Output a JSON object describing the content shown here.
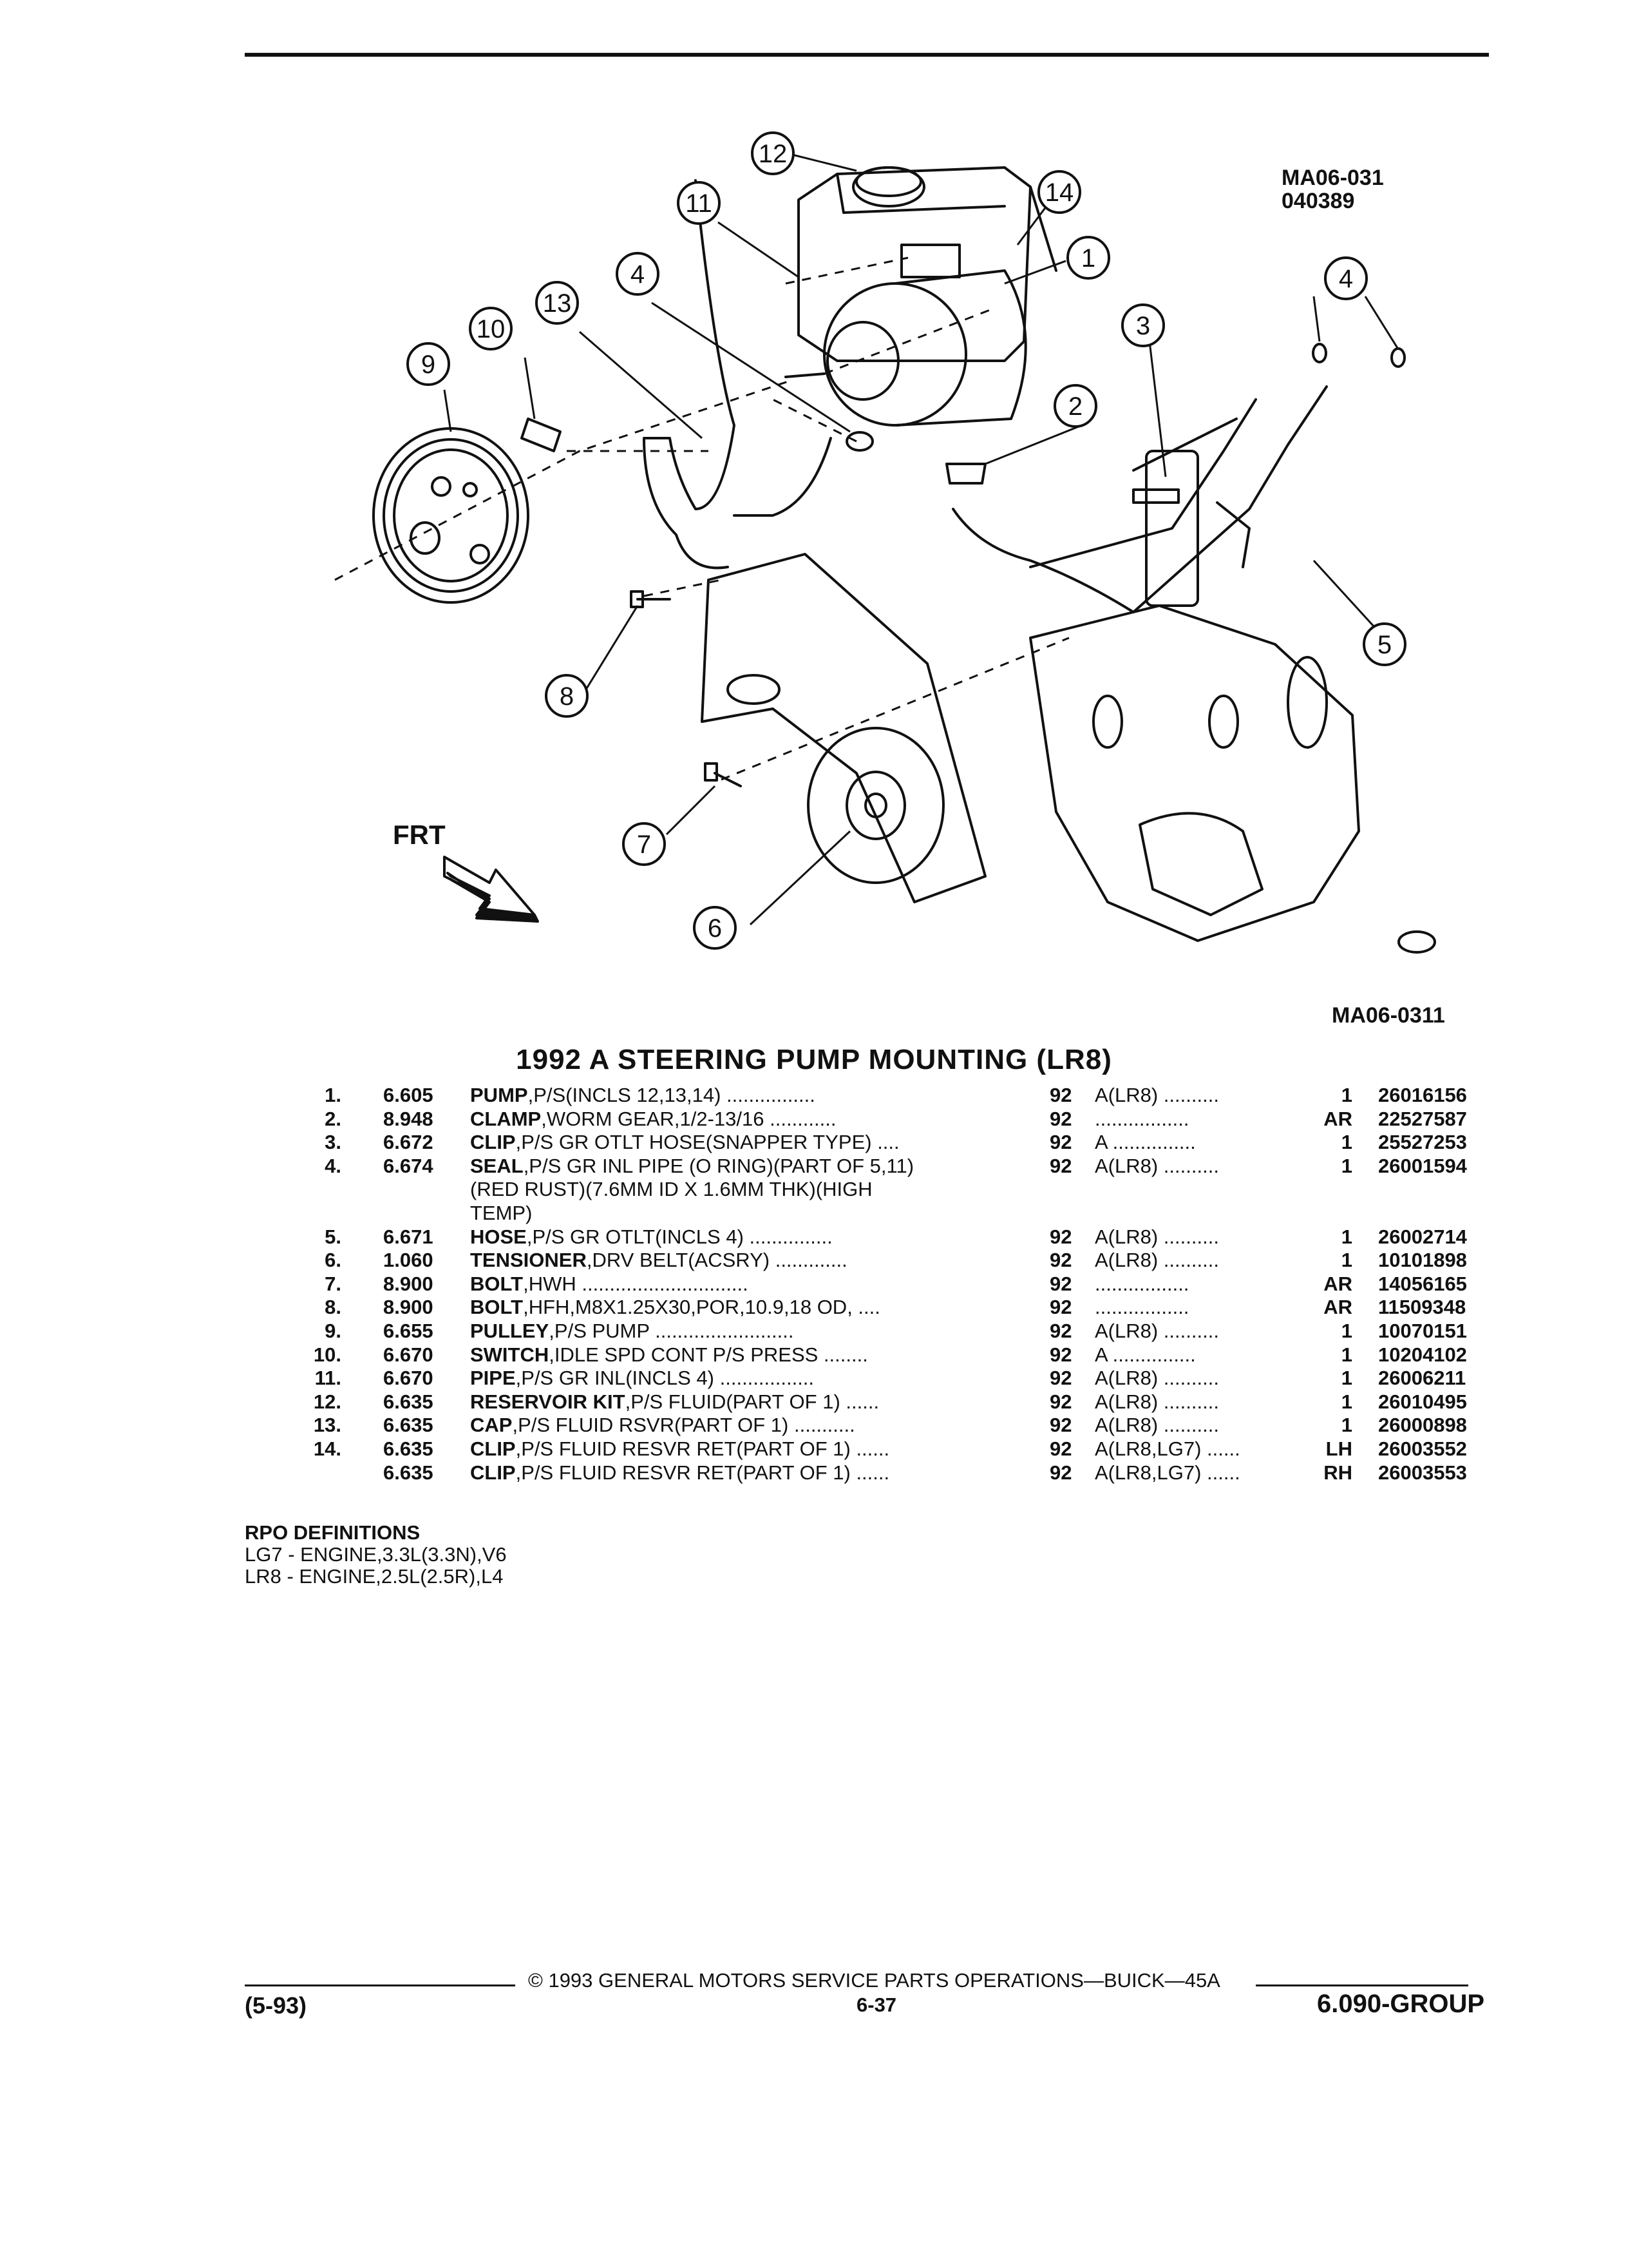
{
  "diagram": {
    "code_top": "MA06-031",
    "code_date": "040389",
    "code_bottom": "MA06-0311",
    "front_label": "FRT",
    "callouts": [
      "1",
      "2",
      "3",
      "4",
      "4",
      "5",
      "6",
      "7",
      "8",
      "9",
      "10",
      "11",
      "12",
      "13",
      "14"
    ]
  },
  "title": "1992 A STEERING PUMP MOUNTING (LR8)",
  "parts": [
    {
      "num": "1.",
      "group": "6.605",
      "name": "PUMP",
      "desc": ",P/S(INCLS 12,13,14) ................",
      "year": "92",
      "model": "A(LR8)  ..........",
      "qty": "1",
      "part_no": "26016156"
    },
    {
      "num": "2.",
      "group": "8.948",
      "name": "CLAMP",
      "desc": ",WORM GEAR,1/2-13/16 ............",
      "year": "92",
      "model": ".................",
      "qty": "AR",
      "part_no": "22527587"
    },
    {
      "num": "3.",
      "group": "6.672",
      "name": "CLIP",
      "desc": ",P/S GR OTLT HOSE(SNAPPER TYPE) ....",
      "year": "92",
      "model": "A ...............",
      "qty": "1",
      "part_no": "25527253"
    },
    {
      "num": "4.",
      "group": "6.674",
      "name": "SEAL",
      "desc": ",P/S GR INL PIPE (O RING)(PART OF 5,11)",
      "year": "92",
      "model": "A(LR8)  ..........",
      "qty": "1",
      "part_no": "26001594",
      "cont": [
        "(RED RUST)(7.6MM ID X 1.6MM THK)(HIGH",
        "TEMP)"
      ]
    },
    {
      "num": "5.",
      "group": "6.671",
      "name": "HOSE",
      "desc": ",P/S GR OTLT(INCLS 4) ...............",
      "year": "92",
      "model": "A(LR8)  ..........",
      "qty": "1",
      "part_no": "26002714"
    },
    {
      "num": "6.",
      "group": "1.060",
      "name": "TENSIONER",
      "desc": ",DRV BELT(ACSRY) .............",
      "year": "92",
      "model": "A(LR8)  ..........",
      "qty": "1",
      "part_no": "10101898"
    },
    {
      "num": "7.",
      "group": "8.900",
      "name": "BOLT",
      "desc": ",HWH ..............................",
      "year": "92",
      "model": ".................",
      "qty": "AR",
      "part_no": "14056165"
    },
    {
      "num": "8.",
      "group": "8.900",
      "name": "BOLT",
      "desc": ",HFH,M8X1.25X30,POR,10.9,18 OD, ....",
      "year": "92",
      "model": ".................",
      "qty": "AR",
      "part_no": "11509348"
    },
    {
      "num": "9.",
      "group": "6.655",
      "name": "PULLEY",
      "desc": ",P/S PUMP .........................",
      "year": "92",
      "model": "A(LR8)  ..........",
      "qty": "1",
      "part_no": "10070151"
    },
    {
      "num": "10.",
      "group": "6.670",
      "name": "SWITCH",
      "desc": ",IDLE SPD CONT P/S PRESS ........",
      "year": "92",
      "model": "A ...............",
      "qty": "1",
      "part_no": "10204102"
    },
    {
      "num": "11.",
      "group": "6.670",
      "name": "PIPE",
      "desc": ",P/S GR INL(INCLS 4) .................",
      "year": "92",
      "model": "A(LR8)  ..........",
      "qty": "1",
      "part_no": "26006211"
    },
    {
      "num": "12.",
      "group": "6.635",
      "name": "RESERVOIR KIT",
      "desc": ",P/S FLUID(PART OF 1) ......",
      "year": "92",
      "model": "A(LR8)  ..........",
      "qty": "1",
      "part_no": "26010495"
    },
    {
      "num": "13.",
      "group": "6.635",
      "name": "CAP",
      "desc": ",P/S FLUID RSVR(PART OF 1) ...........",
      "year": "92",
      "model": "A(LR8)  ..........",
      "qty": "1",
      "part_no": "26000898"
    },
    {
      "num": "14.",
      "group": "6.635",
      "name": "CLIP",
      "desc": ",P/S FLUID RESVR RET(PART OF 1) ......",
      "year": "92",
      "model": "A(LR8,LG7)  ......",
      "qty": "LH",
      "part_no": "26003552"
    },
    {
      "num": "",
      "group": "6.635",
      "name": "CLIP",
      "desc": ",P/S FLUID RESVR RET(PART OF 1) ......",
      "year": "92",
      "model": "A(LR8,LG7)  ......",
      "qty": "RH",
      "part_no": "26003553"
    }
  ],
  "rpo": {
    "heading": "RPO DEFINITIONS",
    "items": [
      "LG7 - ENGINE,3.3L(3.3N),V6",
      "LR8 - ENGINE,2.5L(2.5R),L4"
    ]
  },
  "footer": {
    "copyright": "© 1993 GENERAL MOTORS SERVICE PARTS OPERATIONS—BUICK—45A",
    "date": "(5-93)",
    "page": "6-37",
    "group": "6.090-GROUP"
  }
}
